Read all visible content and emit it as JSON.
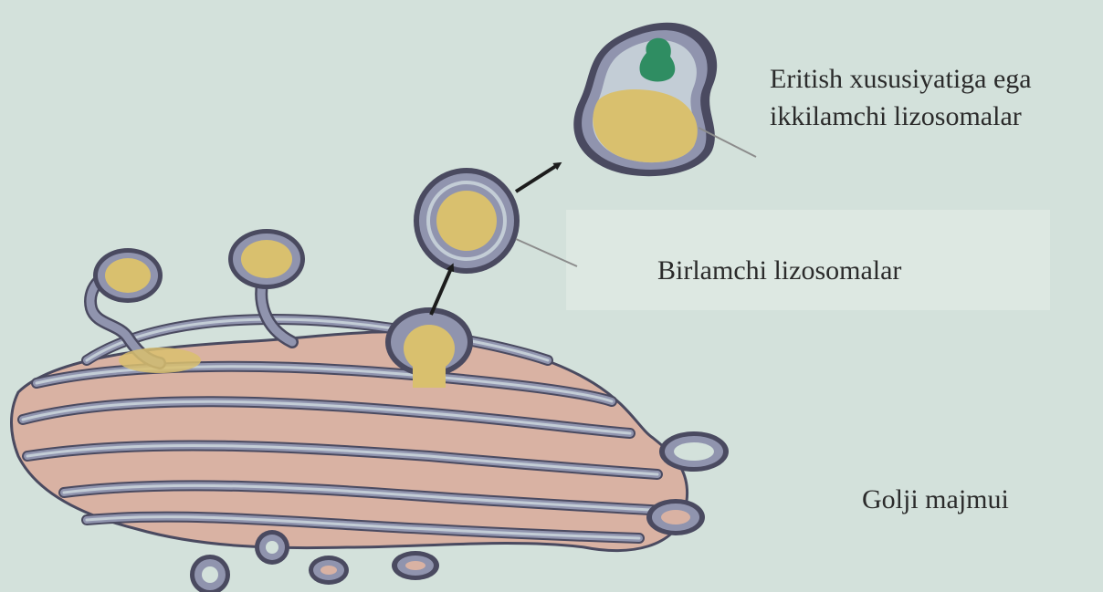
{
  "labels": {
    "secondary_line1": "Eritish xususiyatiga ega",
    "secondary_line2": "ikkilamchi lizosomalar",
    "primary": "Birlamchi lizosomalar",
    "golgi": "Golji majmui"
  },
  "colors": {
    "background": "#d3e1db",
    "membrane_fill": "#9094ae",
    "membrane_outline": "#4a4a60",
    "lumen": "#d9b2a3",
    "cistern_gap": "#c3cdd6",
    "lysosome_content": "#d9c06e",
    "digested_particle": "#2f8d62",
    "arrow": "#1c1c1c",
    "leader_line": "#8c8c8c",
    "text": "#2b2b2b"
  }
}
